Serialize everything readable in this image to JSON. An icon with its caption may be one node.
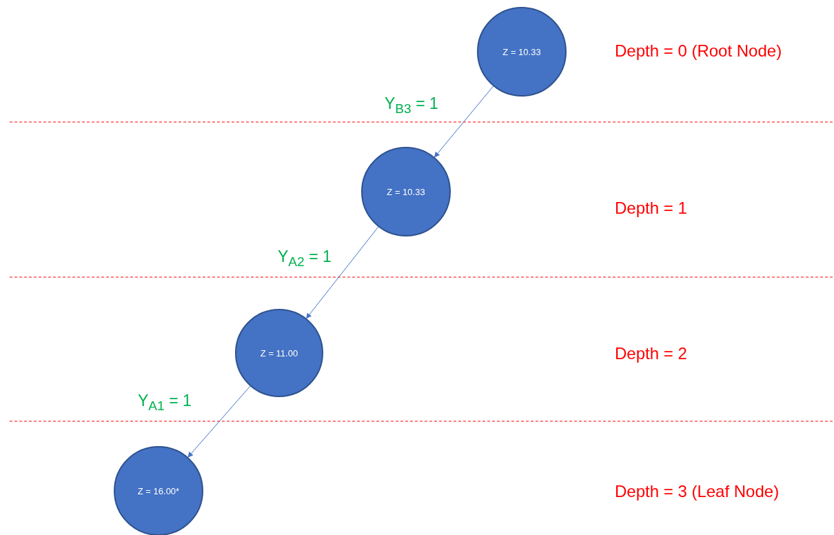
{
  "diagram": {
    "nodes": [
      {
        "text": [
          "Z = 10.33"
        ]
      },
      {
        "text": [
          "Z = 10.33"
        ]
      },
      {
        "text": [
          "Z = 11.00"
        ]
      },
      {
        "text": [
          "Z = 16.00*"
        ]
      }
    ],
    "edges": [
      {
        "from": 0,
        "to": 1,
        "arrow": "to",
        "label": "Y$_{B3}$ = 1"
      },
      {
        "from": 1,
        "to": 2,
        "arrow": "to",
        "label": "Y$_{A2}$ = 1"
      },
      {
        "from": 2,
        "to": 3,
        "arrow": "to",
        "label": "Y$_{A1}$ = 1"
      }
    ],
    "labels": [
      "Depth = 0 (Root Node)",
      "Depth = 1",
      "Depth = 2",
      "Depth = 3 (Leaf Node)"
    ]
  }
}
